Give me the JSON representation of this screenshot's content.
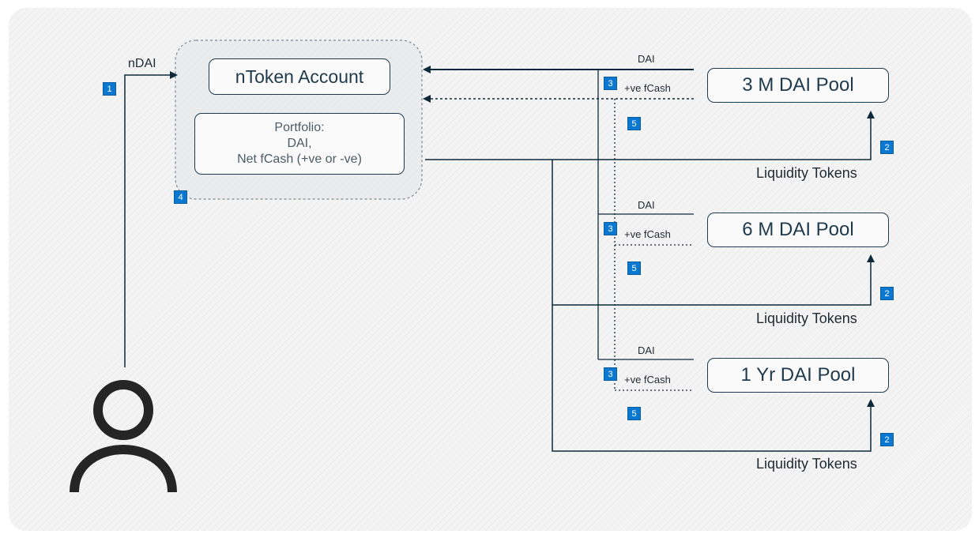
{
  "diagram": {
    "ntoken_account": "nToken Account",
    "portfolio": {
      "title": "Portfolio:",
      "line1": "DAI,",
      "line2": "Net fCash (+ve or -ve)"
    },
    "ndai_label": "nDAI",
    "pools": [
      {
        "name": "3 M DAI Pool",
        "dai_label": "DAI",
        "fcash_label": "+ve fCash",
        "liquidity_label": "Liquidity Tokens"
      },
      {
        "name": "6 M DAI Pool",
        "dai_label": "DAI",
        "fcash_label": "+ve fCash",
        "liquidity_label": "Liquidity Tokens"
      },
      {
        "name": "1 Yr DAI Pool",
        "dai_label": "DAI",
        "fcash_label": "+ve fCash",
        "liquidity_label": "Liquidity Tokens"
      }
    ],
    "steps": {
      "one": "1",
      "two": "2",
      "three": "3",
      "four": "4",
      "five": "5"
    },
    "colors": {
      "line": "#0d2a3a",
      "badge": "#0a78d1",
      "box_border": "#1f3a4d"
    },
    "icons": {
      "user": "person-icon"
    }
  }
}
